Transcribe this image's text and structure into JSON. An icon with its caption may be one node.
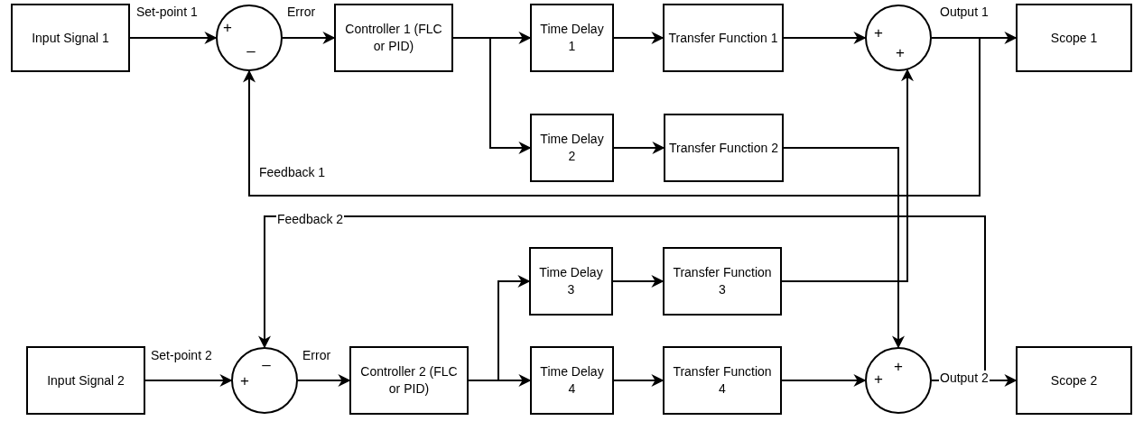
{
  "diagram": {
    "nodes": [
      {
        "text": [
          "Input Signal 1"
        ]
      },
      {
        "text": [
          "+",
          "–"
        ]
      },
      {
        "text": [
          "Controller 1 (FLC or PID)"
        ]
      },
      {
        "text": [
          "Time Delay 1"
        ]
      },
      {
        "text": [
          "Transfer Function 1"
        ]
      },
      {
        "text": [
          "+",
          "+"
        ]
      },
      {
        "text": [
          "Scope 1"
        ]
      },
      {
        "text": [
          "Time Delay 2"
        ]
      },
      {
        "text": [
          "Transfer Function 2"
        ]
      },
      {
        "text": [
          "Input Signal 2"
        ]
      },
      {
        "text": [
          "–",
          "+"
        ]
      },
      {
        "text": [
          "Controller 2 (FLC or PID)"
        ]
      },
      {
        "text": [
          "Time Delay 3"
        ]
      },
      {
        "text": [
          "Transfer Function 3"
        ]
      },
      {
        "text": [
          "Time Delay 4"
        ]
      },
      {
        "text": [
          "Transfer Function 4"
        ]
      },
      {
        "text": [
          "+",
          "+"
        ]
      },
      {
        "text": [
          "Scope 2"
        ]
      }
    ],
    "edges": [
      {
        "from": 0,
        "to": 1,
        "arrow": "to",
        "label": "Set-point 1"
      },
      {
        "from": 1,
        "to": 2,
        "arrow": "to",
        "label": "Error"
      },
      {
        "from": 2,
        "to": 3,
        "arrow": "to"
      },
      {
        "from": 2,
        "to": 7,
        "arrow": "to"
      },
      {
        "from": 3,
        "to": 4,
        "arrow": "to"
      },
      {
        "from": 4,
        "to": 5,
        "arrow": "to"
      },
      {
        "from": 5,
        "to": 6,
        "arrow": "to",
        "label": "Output 1"
      },
      {
        "from": 5,
        "to": 1,
        "arrow": "to",
        "label": "Feedback 1"
      },
      {
        "from": 7,
        "to": 8,
        "arrow": "to"
      },
      {
        "from": 8,
        "to": 16,
        "arrow": "to"
      },
      {
        "from": 9,
        "to": 10,
        "arrow": "to",
        "label": "Set-point 2"
      },
      {
        "from": 10,
        "to": 11,
        "arrow": "to",
        "label": "Error"
      },
      {
        "from": 11,
        "to": 12,
        "arrow": "to"
      },
      {
        "from": 11,
        "to": 14,
        "arrow": "to"
      },
      {
        "from": 12,
        "to": 13,
        "arrow": "to"
      },
      {
        "from": 14,
        "to": 15,
        "arrow": "to"
      },
      {
        "from": 15,
        "to": 16,
        "arrow": "to"
      },
      {
        "from": 16,
        "to": 17,
        "arrow": "to",
        "label": "Output 2"
      },
      {
        "from": 16,
        "to": 10,
        "arrow": "to",
        "label": "Feedback 2"
      },
      {
        "from": 13,
        "to": 5,
        "arrow": "to"
      }
    ]
  }
}
